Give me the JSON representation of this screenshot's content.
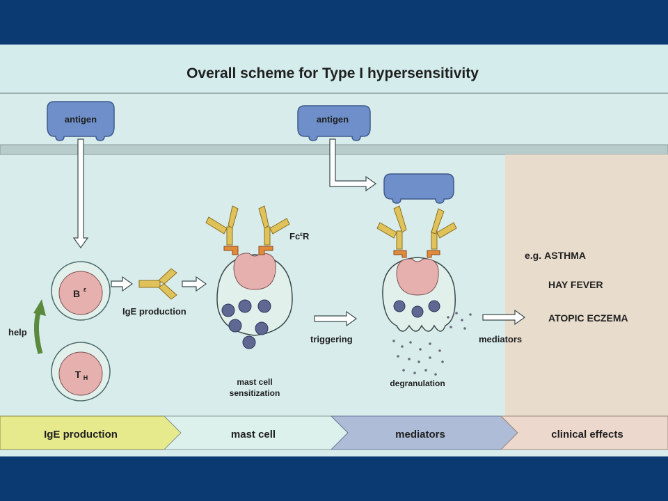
{
  "title": "Overall scheme for Type I hypersensitivity",
  "antigen_labels": [
    "antigen",
    "antigen"
  ],
  "cells": {
    "b_cell": "B",
    "b_cell_sup": "ε",
    "th_cell": "T",
    "th_cell_sub": "H"
  },
  "labels": {
    "help": "help",
    "ige_production": "IgE production",
    "fc_receptor": "Fc",
    "fc_receptor_sup": "ε",
    "fc_receptor_tail": "R",
    "mast_cell_line1": "mast cell",
    "mast_cell_line2": "sensitization",
    "triggering": "triggering",
    "degranulation": "degranulation",
    "mediators": "mediators"
  },
  "clinical": {
    "prefix": "e.g.",
    "items": [
      "ASTHMA",
      "HAY FEVER",
      "ATOPIC ECZEMA"
    ]
  },
  "stages": [
    {
      "label": "IgE production",
      "color": "#e6ea8c"
    },
    {
      "label": "mast cell",
      "color": "#dcf0ec"
    },
    {
      "label": "mediators",
      "color": "#aebcd8"
    },
    {
      "label": "clinical effects",
      "color": "#ecd8cc"
    }
  ],
  "colors": {
    "background": "#0b3a72",
    "panel": "#d8ecec",
    "clinical_panel": "#e8ddcc",
    "antigen": "#6f8fca",
    "antibody": "#e0c25a",
    "receptor": "#e08a3a",
    "nucleus": "#e6b0ae",
    "granule": "#5e6892",
    "help_arrow": "#5b8a3c"
  }
}
